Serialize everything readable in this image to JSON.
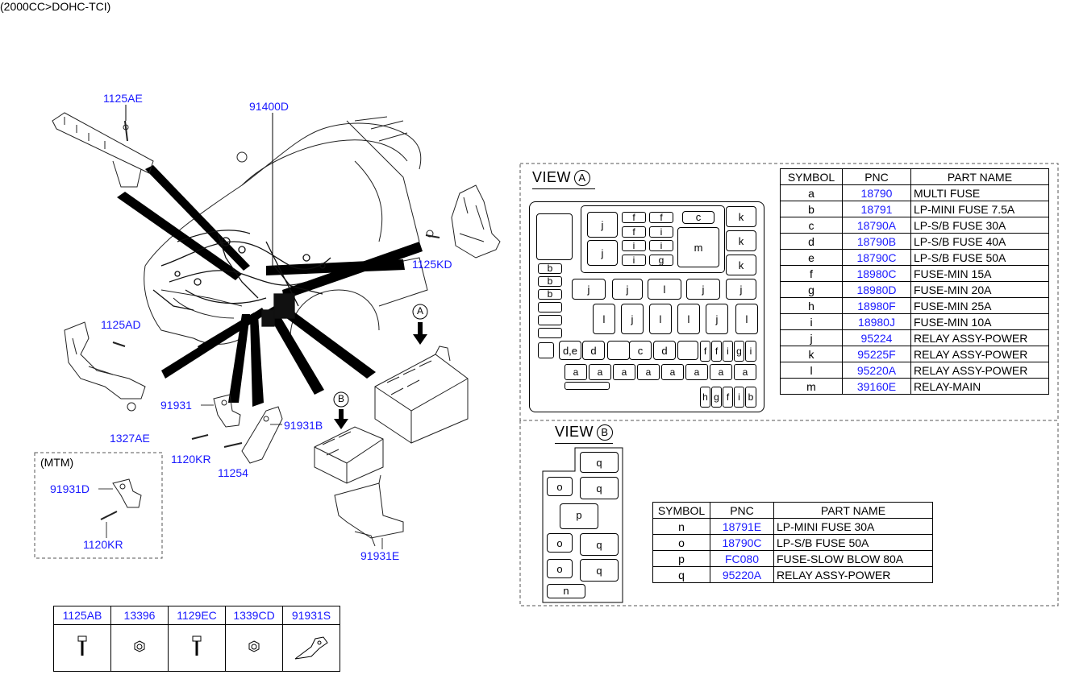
{
  "header": {
    "title": "(2000CC>DOHC-TCI)"
  },
  "callouts": {
    "p1125AE": "1125AE",
    "p91400D": "91400D",
    "p1125KD": "1125KD",
    "p1125AD": "1125AD",
    "p91931": "91931",
    "p1327AE": "1327AE",
    "p1120KR_a": "1120KR",
    "p11254": "11254",
    "p91931B": "91931B",
    "p91931E": "91931E",
    "mtm_label": "(MTM)",
    "p91931D": "91931D",
    "p1120KR_b": "1120KR",
    "marker_a": "A",
    "marker_b": "B"
  },
  "view_a": {
    "title": "VIEW",
    "marker": "A",
    "columns": [
      "SYMBOL",
      "PNC",
      "PART NAME"
    ],
    "rows": [
      {
        "symbol": "a",
        "pnc": "18790",
        "name": "MULTI FUSE"
      },
      {
        "symbol": "b",
        "pnc": "18791",
        "name": "LP-MINI FUSE 7.5A"
      },
      {
        "symbol": "c",
        "pnc": "18790A",
        "name": "LP-S/B FUSE 30A"
      },
      {
        "symbol": "d",
        "pnc": "18790B",
        "name": "LP-S/B FUSE 40A"
      },
      {
        "symbol": "e",
        "pnc": "18790C",
        "name": "LP-S/B FUSE 50A"
      },
      {
        "symbol": "f",
        "pnc": "18980C",
        "name": "FUSE-MIN 15A"
      },
      {
        "symbol": "g",
        "pnc": "18980D",
        "name": "FUSE-MIN 20A"
      },
      {
        "symbol": "h",
        "pnc": "18980F",
        "name": "FUSE-MIN 25A"
      },
      {
        "symbol": "i",
        "pnc": "18980J",
        "name": "FUSE-MIN 10A"
      },
      {
        "symbol": "j",
        "pnc": "95224",
        "name": "RELAY ASSY-POWER"
      },
      {
        "symbol": "k",
        "pnc": "95225F",
        "name": "RELAY ASSY-POWER"
      },
      {
        "symbol": "l",
        "pnc": "95220A",
        "name": "RELAY ASSY-POWER"
      },
      {
        "symbol": "m",
        "pnc": "39160E",
        "name": "RELAY-MAIN"
      }
    ]
  },
  "view_b": {
    "title": "VIEW",
    "marker": "B",
    "columns": [
      "SYMBOL",
      "PNC",
      "PART NAME"
    ],
    "rows": [
      {
        "symbol": "n",
        "pnc": "18791E",
        "name": "LP-MINI FUSE 30A"
      },
      {
        "symbol": "o",
        "pnc": "18790C",
        "name": "LP-S/B FUSE 50A"
      },
      {
        "symbol": "p",
        "pnc": "FC080",
        "name": "FUSE-SLOW BLOW 80A"
      },
      {
        "symbol": "q",
        "pnc": "95220A",
        "name": "RELAY ASSY-POWER"
      }
    ]
  },
  "fastener_table": {
    "codes": [
      "1125AB",
      "13396",
      "1129EC",
      "1339CD",
      "91931S"
    ]
  }
}
